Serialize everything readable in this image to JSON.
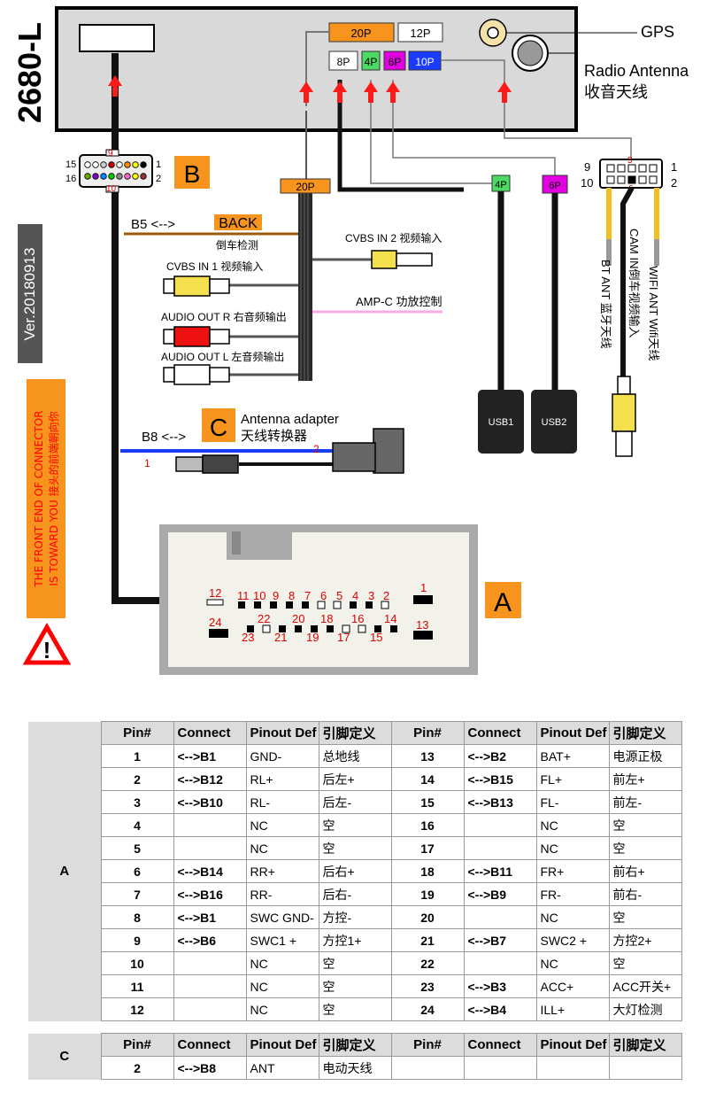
{
  "model": "2680-L",
  "version": "Ver.20180913",
  "front_notice": [
    "THE FRONT END OF CONNECTOR",
    "IS TOWARD YOU 接头的前端朝向你"
  ],
  "head_unit": {
    "ports": [
      "20P",
      "12P",
      "8P",
      "4P",
      "6P",
      "10P"
    ],
    "gps_label": "GPS",
    "radio_label_en": "Radio Antenna",
    "radio_label_cn": "收音天线"
  },
  "plug_b": {
    "letter": "B",
    "pin_top_left": "15",
    "pin_top_right": "1",
    "pin_bottom_left": "16",
    "pin_bottom_right": "2",
    "mid_top": "9",
    "mid_bottom": "10"
  },
  "harness": {
    "connector_20p": "20P",
    "b5_label": "B5 <-->",
    "back_label": "BACK",
    "back_cn": "倒车检测",
    "cvbs_in2": "CVBS  IN 2 视频输入",
    "cvbs_in1": "CVBS IN 1 视频输入",
    "amp_c": "AMP-C 功放控制",
    "audio_out_r": "AUDIO OUT R 右音频输出",
    "audio_out_l": "AUDIO OUT L 左音频输出"
  },
  "usb": {
    "plug_4p": "4P",
    "plug_6p": "6P",
    "usb1": "USB1",
    "usb2": "USB2"
  },
  "plug_10p": {
    "pin9": "9",
    "pin10": "10",
    "pin1": "1",
    "pin2": "2",
    "pin5": "5",
    "pin6": "6"
  },
  "ant_wires": {
    "bt": "BT ANT 蓝牙天线",
    "cam": "CAM  IN倒车视频输入",
    "wifi": "WIFI ANT Wifi天线"
  },
  "antenna_adapter": {
    "letter": "C",
    "label_en": "Antenna adapter",
    "label_cn": "天线转换器",
    "b8_label": "B8 <-->",
    "pin1": "1",
    "pin2": "2"
  },
  "connector_a": {
    "letter": "A",
    "top_pins": [
      "12",
      "11",
      "10",
      "9",
      "8",
      "7",
      "6",
      "5",
      "4",
      "3",
      "2",
      "1"
    ],
    "bottom_upper": [
      "22",
      "20",
      "18",
      "16",
      "14"
    ],
    "bottom_lower": [
      "24",
      "23",
      "21",
      "19",
      "17",
      "15",
      "13"
    ]
  },
  "table_a": {
    "section": "A",
    "headers": [
      "Pin#",
      "Connect",
      "Pinout Def",
      "引脚定义",
      "Pin#",
      "Connect",
      "Pinout Def",
      "引脚定义"
    ],
    "rows": [
      [
        "1",
        "<-->B1",
        "GND-",
        "总地线",
        "13",
        "<-->B2",
        "BAT+",
        "电源正极"
      ],
      [
        "2",
        "<-->B12",
        "RL+",
        "后左+",
        "14",
        "<-->B15",
        "FL+",
        "前左+"
      ],
      [
        "3",
        "<-->B10",
        "RL-",
        "后左-",
        "15",
        "<-->B13",
        "FL-",
        "前左-"
      ],
      [
        "4",
        "",
        "NC",
        "空",
        "16",
        "",
        "NC",
        "空"
      ],
      [
        "5",
        "",
        "NC",
        "空",
        "17",
        "",
        "NC",
        "空"
      ],
      [
        "6",
        "<-->B14",
        "RR+",
        "后右+",
        "18",
        "<-->B11",
        "FR+",
        "前右+"
      ],
      [
        "7",
        "<-->B16",
        "RR-",
        "后右-",
        "19",
        "<-->B9",
        "FR-",
        "前右-"
      ],
      [
        "8",
        "<-->B1",
        "SWC GND-",
        "方控-",
        "20",
        "",
        "NC",
        "空"
      ],
      [
        "9",
        "<-->B6",
        "SWC1 +",
        "方控1+",
        "21",
        "<-->B7",
        "SWC2 +",
        "方控2+"
      ],
      [
        "10",
        "",
        "NC",
        "空",
        "22",
        "",
        "NC",
        "空"
      ],
      [
        "11",
        "",
        "NC",
        "空",
        "23",
        "<-->B3",
        "ACC+",
        "ACC开关+"
      ],
      [
        "12",
        "",
        "NC",
        "空",
        "24",
        "<-->B4",
        "ILL+",
        "大灯检测"
      ]
    ]
  },
  "table_c": {
    "section": "C",
    "headers": [
      "Pin#",
      "Connect",
      "Pinout Def",
      "引脚定义",
      "Pin#",
      "Connect",
      "Pinout Def",
      "引脚定义"
    ],
    "rows": [
      [
        "2",
        "<-->B8",
        "ANT",
        "电动天线",
        "",
        "",
        "",
        ""
      ]
    ]
  },
  "colors": {
    "orange": "#f7941d",
    "green": "#4cd964",
    "magenta": "#e100e1",
    "blue": "#1a3cff",
    "red": "#ff0000",
    "pink": "#f9a8e8",
    "brown": "#9a5b0c",
    "gray_panel": "#555555"
  }
}
